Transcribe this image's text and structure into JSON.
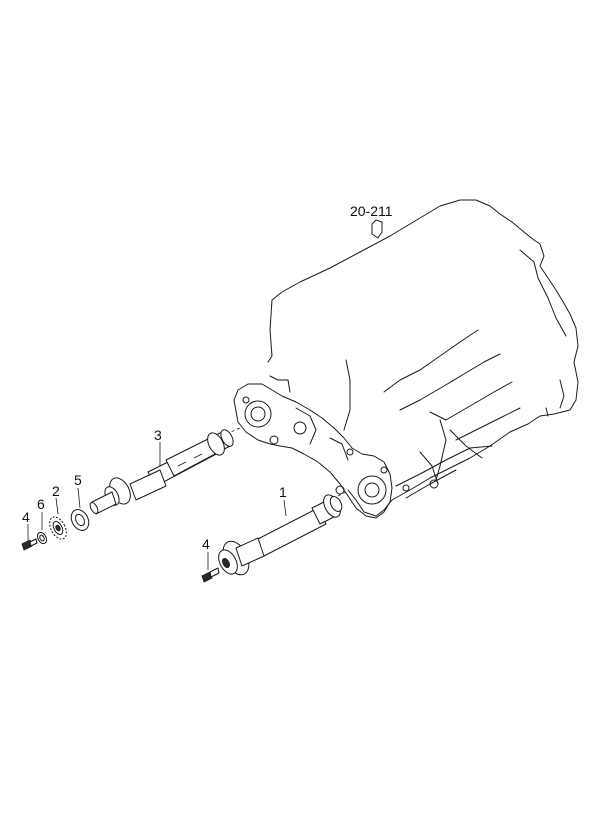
{
  "callouts": {
    "ref_20_211": "20-211",
    "part_1": "1",
    "part_2": "2",
    "part_3": "3",
    "part_4_left": "4",
    "part_4_right": "4",
    "part_5": "5",
    "part_6": "6"
  }
}
